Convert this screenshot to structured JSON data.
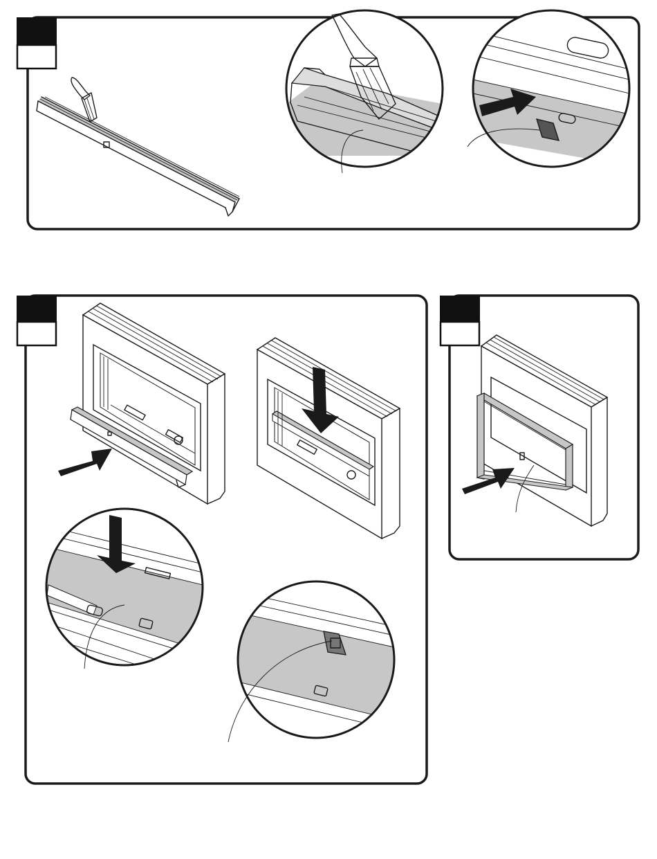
{
  "steps": [
    {
      "id": "step-a",
      "number": "",
      "label": ""
    },
    {
      "id": "step-b",
      "number": "",
      "label": ""
    },
    {
      "id": "step-c",
      "number": "",
      "label": ""
    }
  ],
  "colors": {
    "ink": "#1a1a1a",
    "shade": "#c7c7c7",
    "arrow": "#1a1a1a"
  },
  "icons": [
    "paint-brush-icon",
    "push-arrow-icon",
    "down-arrow-icon"
  ]
}
